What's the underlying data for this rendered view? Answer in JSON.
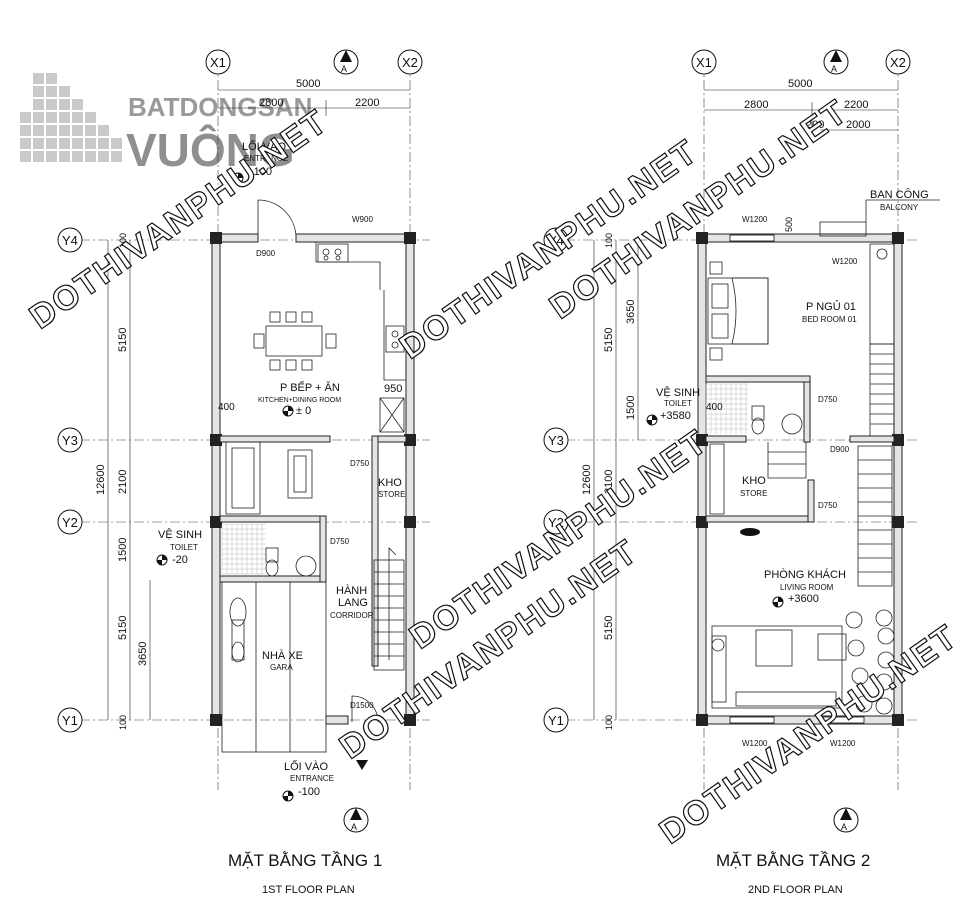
{
  "logo": {
    "line1": "BATDONGSAN",
    "line2": "VUÔNG"
  },
  "watermarks": [
    "DOTHIVANPHU.NET",
    "DOTHIVANPHU.NET",
    "DOTHIVANPHU.NET",
    "DOTHIVANPHU.NET",
    "DOTHIVANPHU.NET",
    "DOTHIVANPHU.NET"
  ],
  "section_mark": "A",
  "floor1": {
    "title": "MẶT BẰNG TẦNG 1",
    "subtitle": "1ST FLOOR PLAN",
    "grid_x": [
      "X1",
      "X2"
    ],
    "grid_y": [
      "Y4",
      "Y3",
      "Y2",
      "Y1"
    ],
    "dims_top": {
      "total": "5000",
      "a": "2800",
      "b": "2200"
    },
    "dims_left": {
      "total": "12600",
      "d1": "5150",
      "d2": "2100",
      "d3": "1500",
      "d4": "5150",
      "d5": "3650",
      "e1": "100",
      "e2": "100"
    },
    "rooms": {
      "kitchen_vi": "P BẾP + ĂN",
      "kitchen_en": "KITCHEN+DINING ROOM",
      "kitchen_lvl": "± 0",
      "store_vi": "KHO",
      "store_en": "STORE",
      "toilet_vi": "VỆ SINH",
      "toilet_en": "TOILET",
      "toilet_lvl": "-20",
      "corridor_vi": "HÀNH",
      "corridor_vi2": "LANG",
      "corridor_en": "CORRIDOR",
      "garage_vi": "NHÀ XE",
      "garage_en": "GARA",
      "entrance_top_vi": "LỐI VÀO",
      "entrance_top_en": "ENTRANCE",
      "entrance_top_lvl": "-100",
      "entrance_bot_vi": "LỐI VÀO",
      "entrance_bot_en": "ENTRANCE",
      "entrance_bot_lvl": "-100"
    },
    "tags": {
      "w900": "W900",
      "d900": "D900",
      "d750a": "D750",
      "d750b": "D750",
      "d1500": "D1500",
      "d400": "400",
      "d950": "950"
    }
  },
  "floor2": {
    "title": "MẶT BẰNG TẦNG 2",
    "subtitle": "2ND FLOOR PLAN",
    "grid_x": [
      "X1",
      "X2"
    ],
    "grid_y": [
      "Y4",
      "Y3",
      "Y2",
      "Y1"
    ],
    "dims_top": {
      "total": "5000",
      "a": "2800",
      "b": "2200",
      "c": "200",
      "d": "2000",
      "e": "500"
    },
    "dims_left": {
      "total": "12600",
      "d1": "5150",
      "d2": "2100",
      "d3": "3650",
      "d4": "1500",
      "d5": "5150",
      "e1": "100",
      "e2": "100"
    },
    "rooms": {
      "balcony_vi": "BAN CÔNG",
      "balcony_en": "BALCONY",
      "bed_vi": "P NGỦ 01",
      "bed_en": "BED ROOM 01",
      "toilet_vi": "VỆ SINH",
      "toilet_en": "TOILET",
      "toilet_lvl": "+3580",
      "store_vi": "KHO",
      "store_en": "STORE",
      "living_vi": "PHÒNG KHÁCH",
      "living_en": "LIVING ROOM",
      "living_lvl": "+3600"
    },
    "tags": {
      "w1200a": "W1200",
      "w1200b": "W1200",
      "w1200c": "W1200",
      "w1200d": "W1200",
      "d750a": "D750",
      "d750b": "D750",
      "d900": "D900",
      "d400": "400"
    }
  }
}
